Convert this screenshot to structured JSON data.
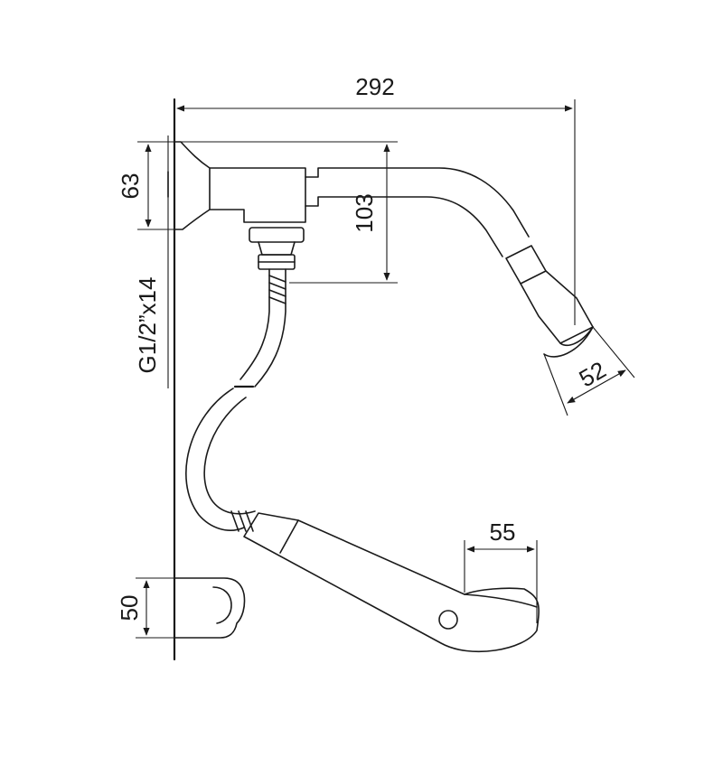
{
  "dimensions": {
    "overall_width": "292",
    "wall_height": "63",
    "drop_height": "103",
    "thread": "G1/2”x14",
    "head_diameter": "52",
    "handle_width": "55",
    "holder_height": "50"
  }
}
